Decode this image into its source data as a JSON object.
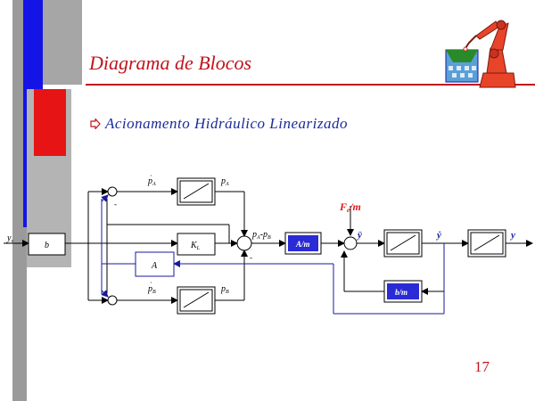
{
  "slide": {
    "title": "Diagrama de Blocos",
    "subtitle": "Acionamento Hidráulico Linearizado",
    "page_number": "17"
  },
  "colors": {
    "title_red": "#c0141c",
    "bar_blue": "#1414e6",
    "bar_red": "#e61414",
    "bar_gray": "#9a9a9a",
    "diagram_blue": "#1a1a9c",
    "wire_black": "#000000"
  },
  "icons": {
    "bullet": "hollow-arrow-icon",
    "logo": "robot-arm-icon"
  },
  "diagram": {
    "inputs": {
      "ys": "y",
      "ys_sub": "s"
    },
    "blocks": {
      "gain_b": "b",
      "gain_kl": "K",
      "gain_kl_sub": "L",
      "gain_area": "A",
      "gain_inv_mass": "A/m",
      "gain_damping": "b/m"
    },
    "signals": {
      "pa_dot": "p",
      "pa_dot_sub": "A",
      "pa": "p",
      "pa_sub": "A",
      "pb_dot": "p",
      "pb_dot_sub": "B",
      "pb": "p",
      "pb_sub": "B",
      "pa_minus_pb": "p",
      "pa_minus_pb_sub1": "A",
      "pa_minus_pb_mid": "-p",
      "pa_minus_pb_sub2": "B",
      "force": "F",
      "force_sub": "e",
      "force_tail": "/m",
      "accel": "ÿ",
      "velocity": "ẏ",
      "output": "y"
    }
  }
}
